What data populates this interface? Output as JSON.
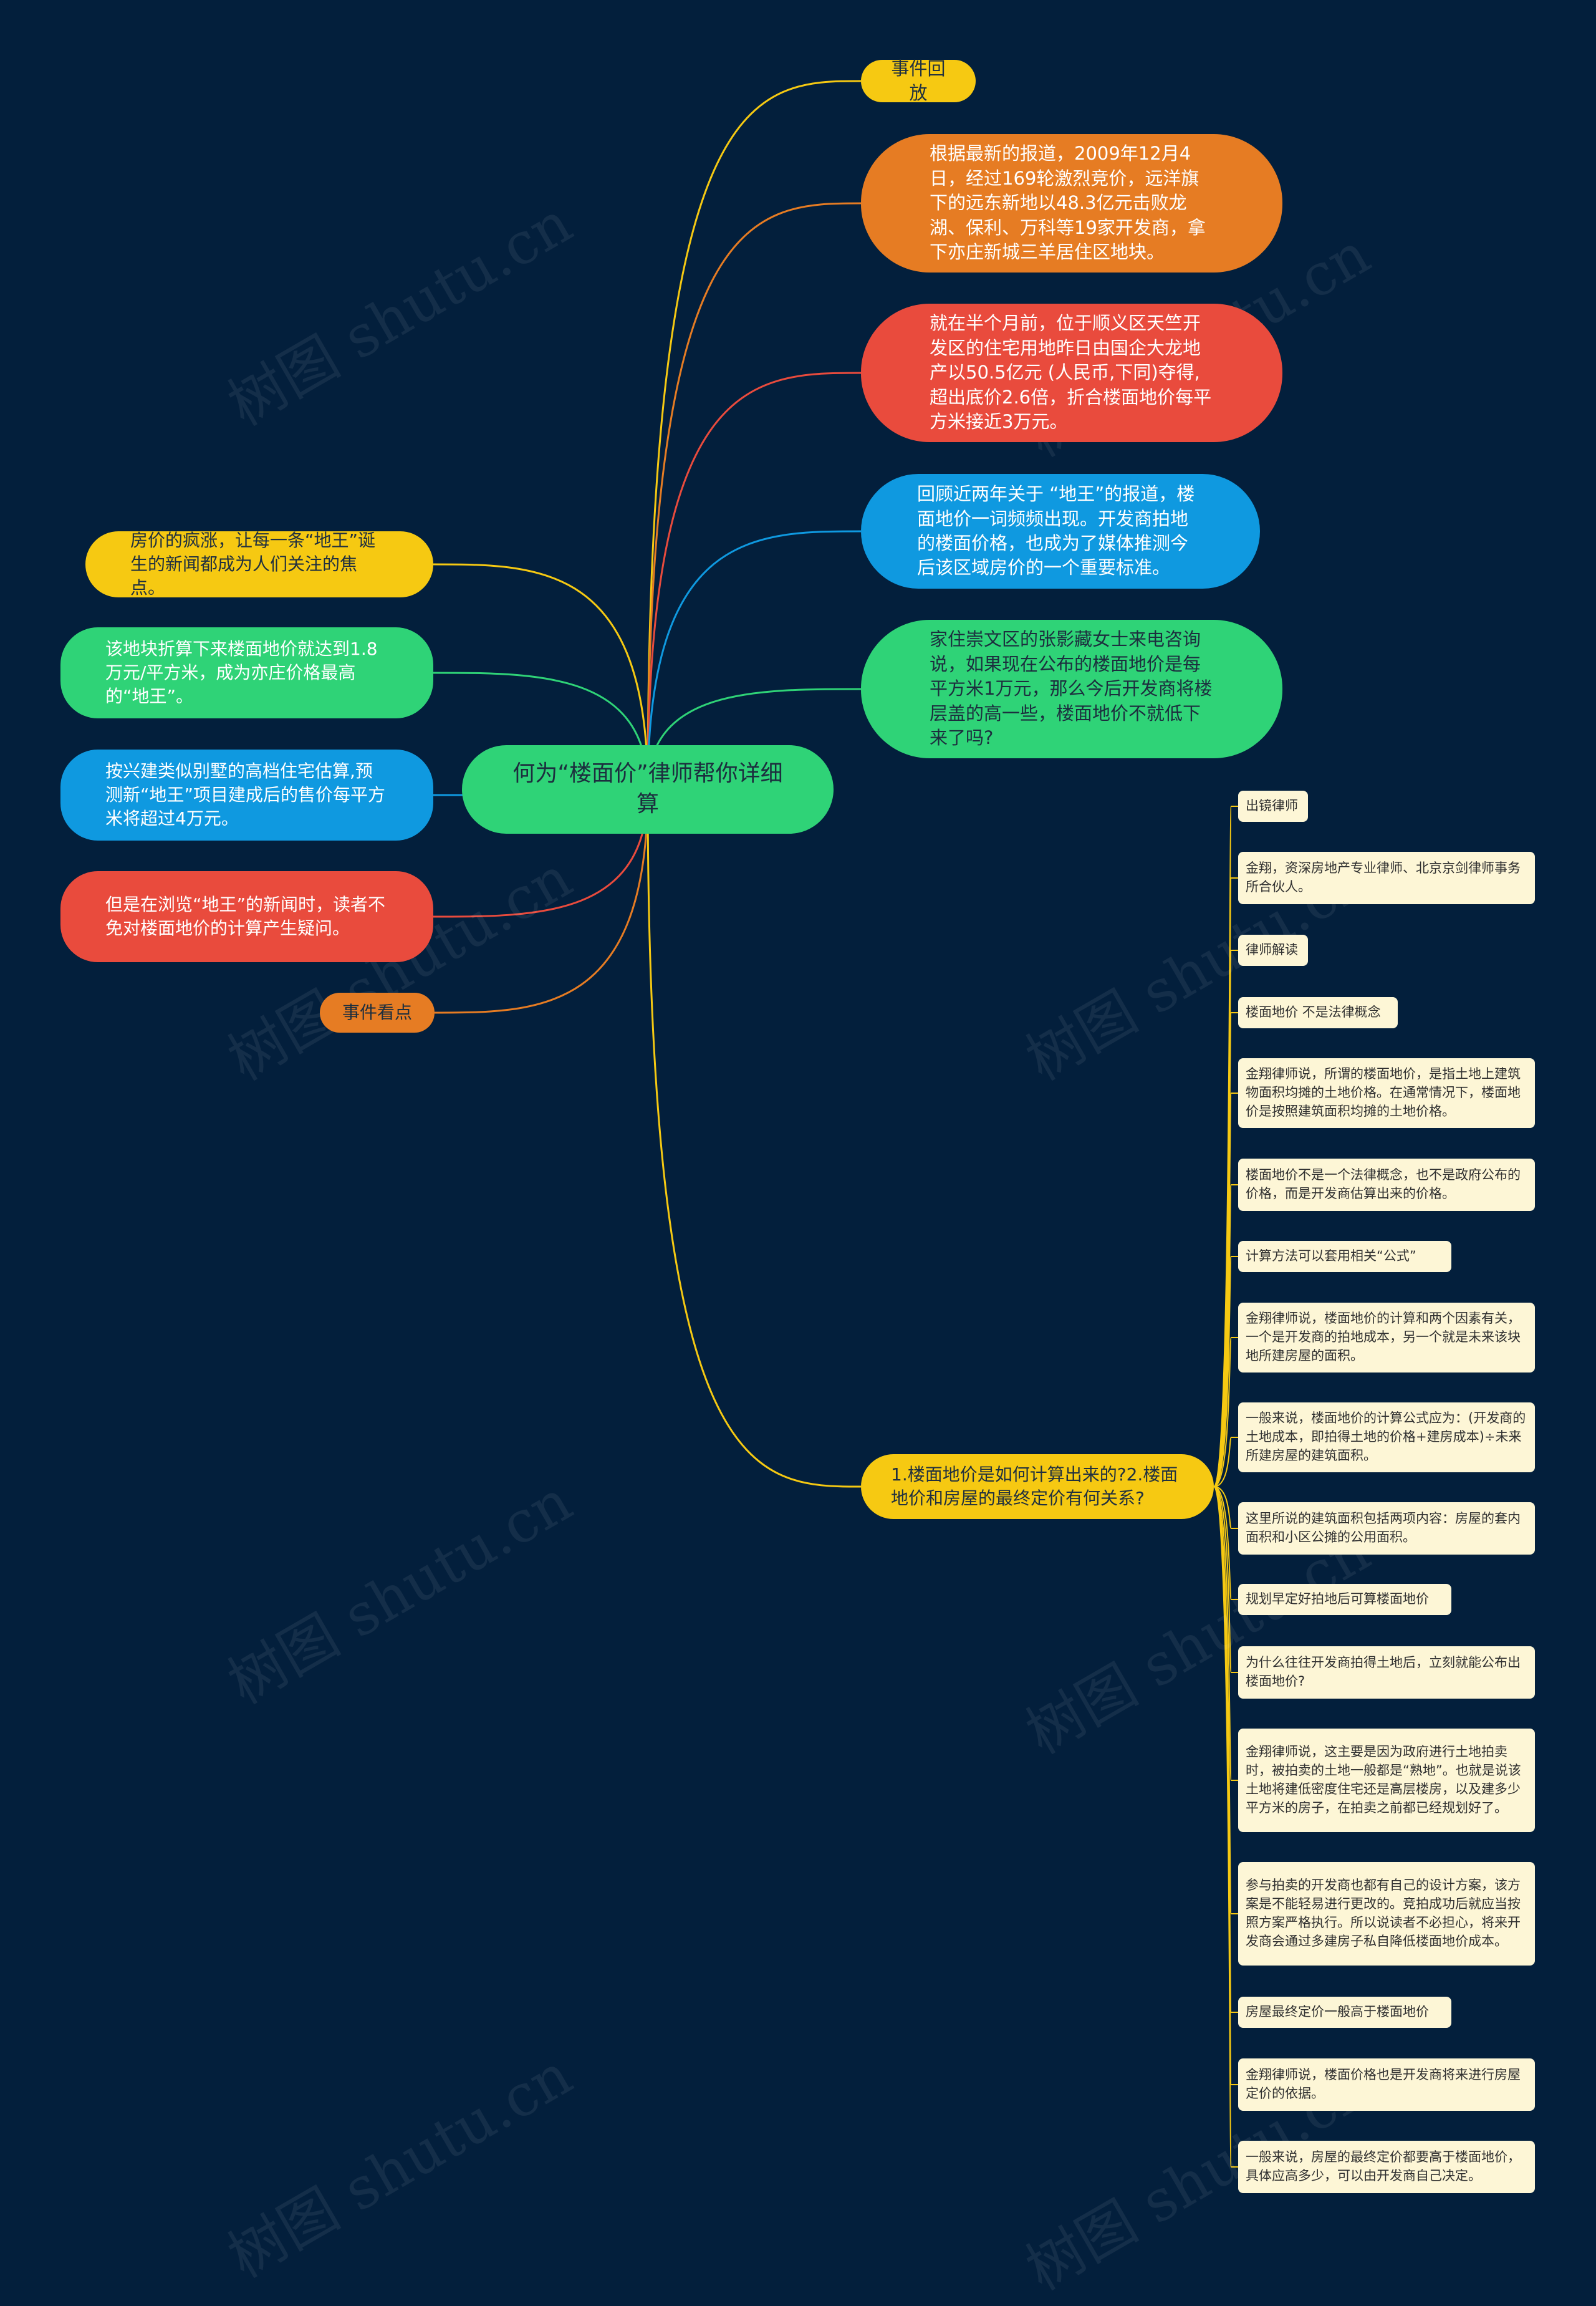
{
  "title": "何为“楼面价”律师帮你详细算",
  "watermark": "树图 shutu.cn",
  "colors": {
    "background": "#031f3c",
    "yellow": "#f6c912",
    "orange": "#e67c23",
    "red": "#e94b3d",
    "blue": "#0f99e0",
    "green": "#2fd377",
    "leaf": "#fdf6d6"
  },
  "right_nodes": [
    "事件回放",
    "根据最新的报道，2009年12月4日，经过169轮激烈竞价，远洋旗下的远东新地以48.3亿元击败龙湖、保利、万科等19家开发商，拿下亦庄新城三羊居住区地块。",
    "就在半个月前，位于顺义区天竺开发区的住宅用地昨日由国企大龙地产以50.5亿元 (人民币,下同)夺得,超出底价2.6倍，折合楼面地价每平方米接近3万元。",
    "回顾近两年关于 “地王”的报道，楼面地价一词频频出现。开发商拍地的楼面价格，也成为了媒体推测今后该区域房价的一个重要标准。",
    "家住崇文区的张影藏女士来电咨询说，如果现在公布的楼面地价是每平方米1万元，那么今后开发商将楼层盖的高一些，楼面地价不就低下来了吗?"
  ],
  "left_nodes": [
    "房价的疯涨，让每一条“地王”诞生的新闻都成为人们关注的焦点。",
    "该地块折算下来楼面地价就达到1.8万元/平方米，成为亦庄价格最高的“地王”。",
    "按兴建类似别墅的高档住宅估算,预测新“地王”项目建成后的售价每平方米将超过4万元。",
    "但是在浏览“地王”的新闻时，读者不免对楼面地价的计算产生疑问。",
    "事件看点"
  ],
  "question_node": "1.楼面地价是如何计算出来的?2.楼面地价和房屋的最终定价有何关系?",
  "leaves": [
    "出镜律师",
    "金翔，资深房地产专业律师、北京京剑律师事务所合伙人。",
    "律师解读",
    "楼面地价 不是法律概念",
    "金翔律师说，所谓的楼面地价，是指土地上建筑物面积均摊的土地价格。在通常情况下，楼面地价是按照建筑面积均摊的土地价格。",
    "楼面地价不是一个法律概念，也不是政府公布的价格，而是开发商估算出来的价格。",
    "计算方法可以套用相关“公式”",
    "金翔律师说，楼面地价的计算和两个因素有关，一个是开发商的拍地成本，另一个就是未来该块地所建房屋的面积。",
    "一般来说，楼面地价的计算公式应为：(开发商的土地成本，即拍得土地的价格+建房成本)÷未来所建房屋的建筑面积。",
    "这里所说的建筑面积包括两项内容：房屋的套内面积和小区公摊的公用面积。",
    "规划早定好拍地后可算楼面地价",
    "为什么往往开发商拍得土地后，立刻就能公布出楼面地价?",
    "金翔律师说，这主要是因为政府进行土地拍卖时，被拍卖的土地一般都是“熟地”。也就是说该土地将建低密度住宅还是高层楼房，以及建多少平方米的房子，在拍卖之前都已经规划好了。",
    "参与拍卖的开发商也都有自己的设计方案，该方案是不能轻易进行更改的。竞拍成功后就应当按照方案严格执行。所以说读者不必担心，将来开发商会通过多建房子私自降低楼面地价成本。",
    "房屋最终定价一般高于楼面地价",
    "金翔律师说，楼面价格也是开发商将来进行房屋定价的依据。",
    "一般来说，房屋的最终定价都要高于楼面地价，具体应高多少，可以由开发商自己决定。"
  ]
}
